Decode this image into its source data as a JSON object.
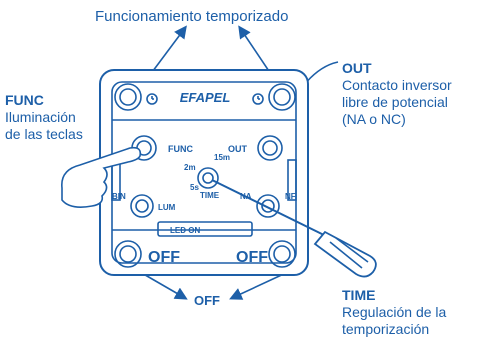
{
  "top_label": "Funcionamiento temporizado",
  "func": {
    "title": "FUNC",
    "line1": "Iluminación",
    "line2": "de las teclas"
  },
  "out": {
    "title": "OUT",
    "line1": "Contacto inversor",
    "line2": "libre de potencial",
    "line3": "(NA o NC)"
  },
  "time": {
    "title": "TIME",
    "line1": "Regulación de la",
    "line2": "temporización"
  },
  "bottom_label": "OFF",
  "device": {
    "brand": "EFAPEL",
    "func_label": "FUNC",
    "out_label": "OUT",
    "lum_label": "LUM",
    "bin_label": "BIN",
    "na_label": "NA",
    "nf_label": "NF",
    "led_label": "LED ON",
    "time_label": "TIME",
    "dial_2m": "2m",
    "dial_15m": "15m",
    "dial_5s": "5s",
    "off_left": "OFF",
    "off_right": "OFF"
  },
  "colors": {
    "blue": "#1d5fa8",
    "device_fill": "#ffffff"
  }
}
